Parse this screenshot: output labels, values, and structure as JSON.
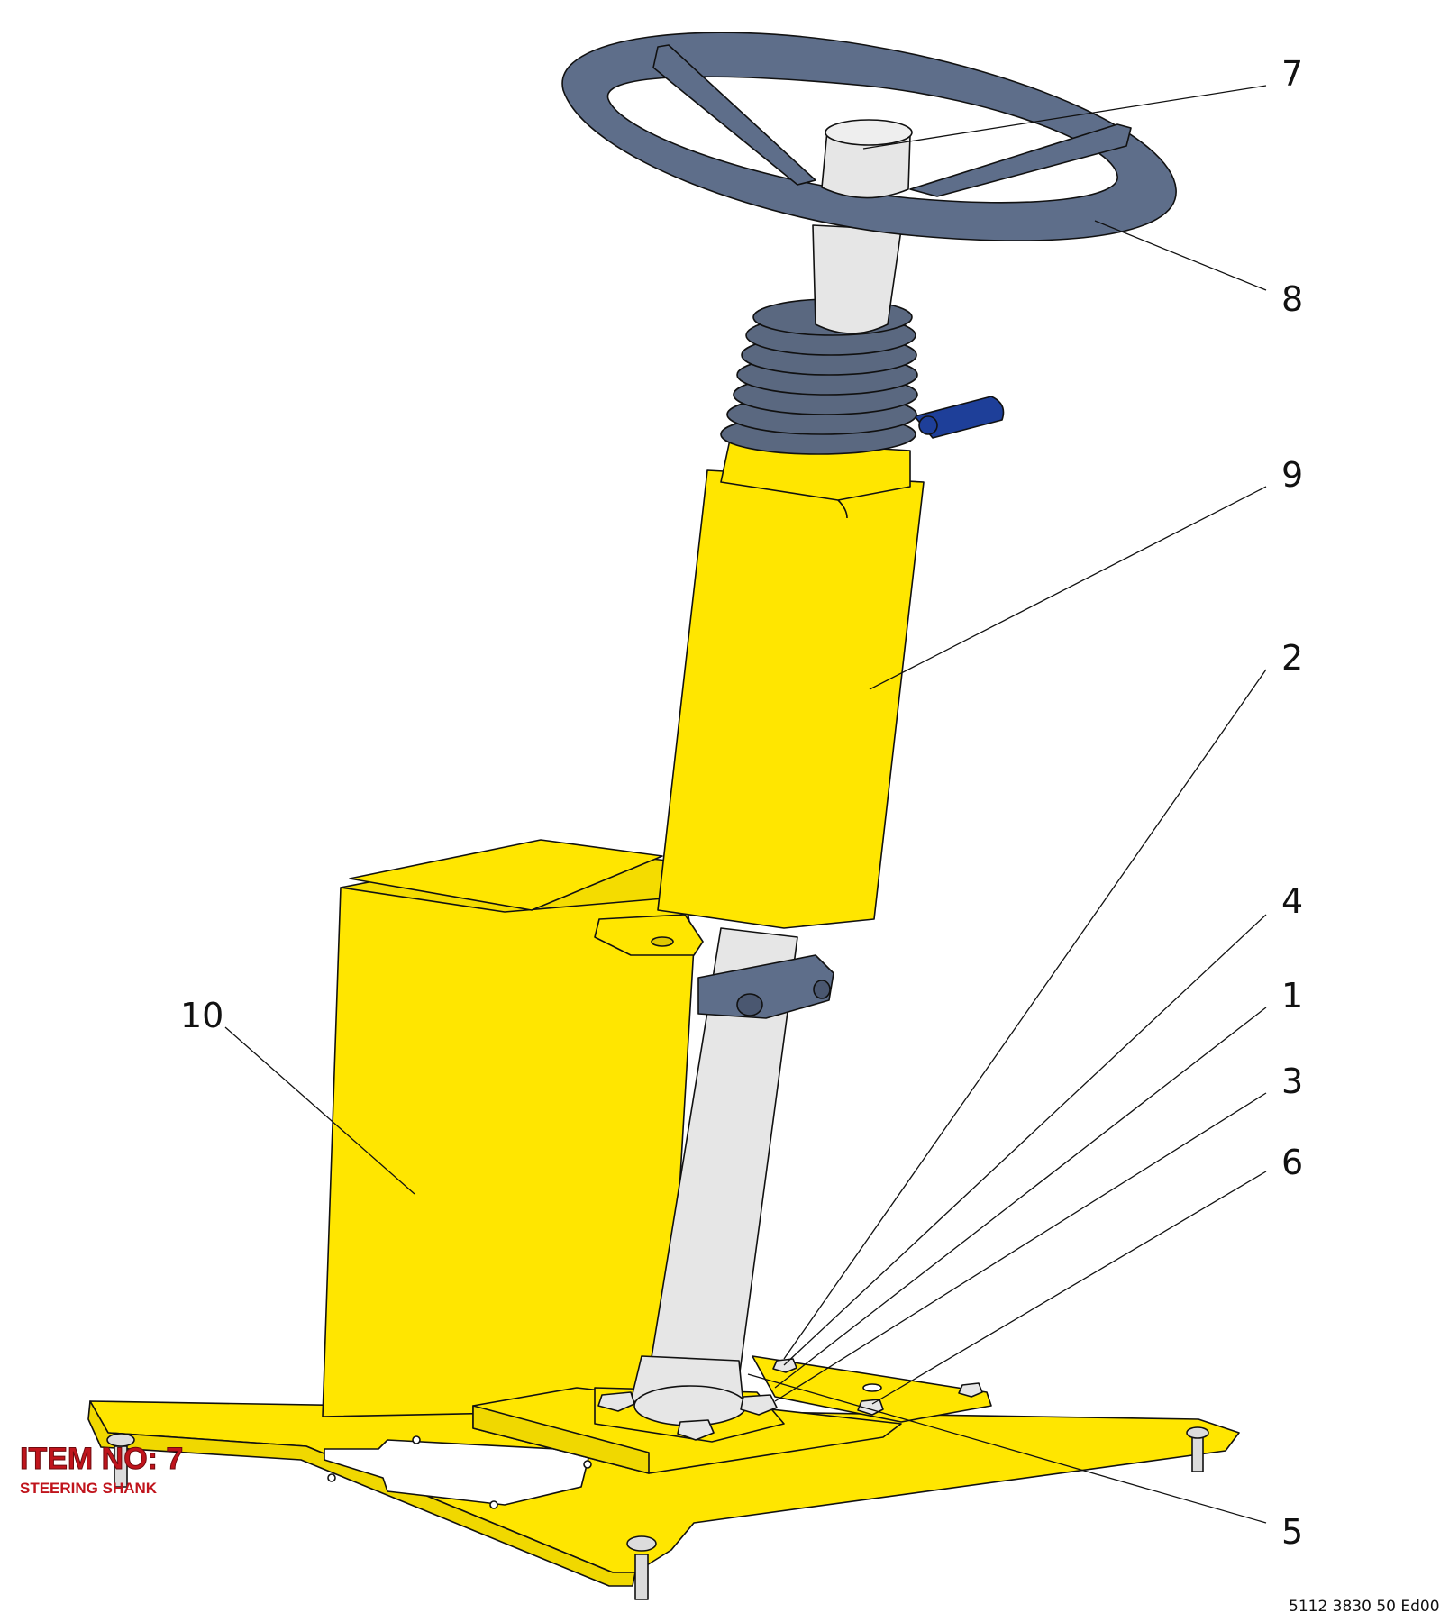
{
  "callouts": [
    {
      "id": "7",
      "label": "7"
    },
    {
      "id": "8",
      "label": "8"
    },
    {
      "id": "9",
      "label": "9"
    },
    {
      "id": "2",
      "label": "2"
    },
    {
      "id": "4",
      "label": "4"
    },
    {
      "id": "1",
      "label": "1"
    },
    {
      "id": "3",
      "label": "3"
    },
    {
      "id": "6",
      "label": "6"
    },
    {
      "id": "5",
      "label": "5"
    },
    {
      "id": "10",
      "label": "10"
    }
  ],
  "stamp": {
    "title": "ITEM NO: 7",
    "subtitle": "STEERING SHANK"
  },
  "document_ref": "5112 3830 50 Ed00",
  "colors": {
    "yellow_housing": "#ffe600",
    "wheel": "#5e6e8a",
    "bellows": "#5a6880",
    "shaft": "#e6e6e6",
    "lever": "#1e3f99",
    "stamp_red": "#c0141c"
  }
}
